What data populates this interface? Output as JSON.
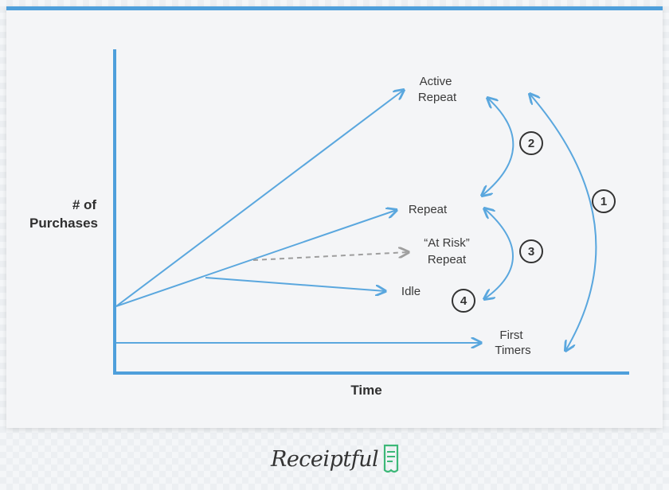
{
  "y_axis_label": [
    "# of",
    "Purchases"
  ],
  "x_axis_label": "Time",
  "endpoints": {
    "active_repeat": [
      "Active",
      "Repeat"
    ],
    "repeat": "Repeat",
    "at_risk_repeat": [
      "“At Risk”",
      "Repeat"
    ],
    "idle": "Idle",
    "first_timers": [
      "First",
      "Timers"
    ]
  },
  "transitions": [
    "1",
    "2",
    "3",
    "4"
  ],
  "colors": {
    "accent": "#4e9fdb",
    "dashed": "#9e9e9e",
    "text": "#333333",
    "logo_green": "#3cb878"
  },
  "logo": {
    "text": "Receiptful"
  }
}
